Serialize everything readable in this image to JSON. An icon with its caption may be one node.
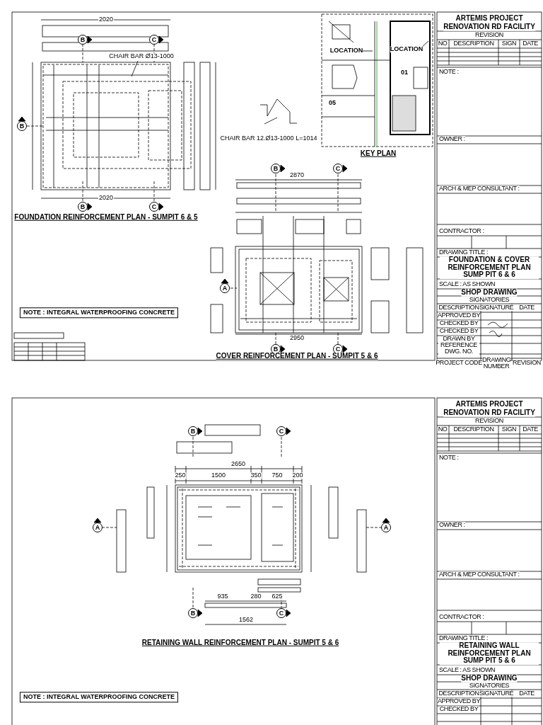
{
  "diagram": {
    "labels": [
      "2020",
      "B",
      "C",
      "CHAIR BAR Ø13-1000",
      "B",
      "2020",
      "B",
      "C",
      "FOUNDATION REINFORCEMENT PLAN - SUMPIT 6 & 5",
      "CHAIR BAR 12.Ø13-1000 L=1014",
      "LOCATION",
      "LOCATION",
      "01",
      "05",
      "KEY PLAN",
      "B",
      "C",
      "2870",
      "A",
      "2950",
      "B",
      "C",
      "COVER REINFORCEMENT PLAN - SUMPIT 5 & 6",
      "NOTE : INTEGRAL WATERPROOFING CONCRETE",
      "ARTEMIS PROJECT",
      "RENOVATION RD FACILITY",
      "REVISION",
      "NO",
      "DESCRIPTION",
      "SIGN",
      "DATE",
      "NOTE :",
      "OWNER :",
      "ARCH & MEP CONSULTANT :",
      "CONTRACTOR :",
      "DRAWING TITLE :",
      "FOUNDATION & COVER REINFORCEMENT PLAN SUMP PIT 6 & 6",
      "SCALE : AS SHOWN",
      "SHOP DRAWING",
      "SIGNATORIES",
      "DESCRIPTION",
      "SIGNATURE",
      "DATE",
      "APPROVED BY",
      "CHECKED BY",
      "CHECKED BY",
      "DRAWN BY",
      "REFERENCE DWG. NO.",
      "PROJECT CODE",
      "DRAWING NUMBER",
      "REVISION",
      "B",
      "C",
      "2650",
      "250",
      "1500",
      "350",
      "750",
      "200",
      "A",
      "A",
      "935",
      "280",
      "625",
      "1562",
      "B",
      "C",
      "RETAINING WALL REINFORCEMENT PLAN - SUMPIT 5 & 6",
      "NOTE : INTEGRAL WATERPROOFING CONCRETE",
      "ARTEMIS PROJECT",
      "RENOVATION RD FACILITY",
      "REVISION",
      "NO",
      "DESCRIPTION",
      "SIGN",
      "DATE",
      "NOTE :",
      "OWNER :",
      "ARCH & MEP CONSULTANT :",
      "CONTRACTOR :",
      "DRAWING TITLE :",
      "RETAINING WALL REINFORCEMENT PLAN SUMP PIT 5 & 6",
      "SCALE : AS SHOWN",
      "SHOP DRAWING",
      "SIGNATORIES",
      "DESCRIPTION",
      "SIGNATURE",
      "DATE",
      "APPROVED BY",
      "CHECKED BY"
    ]
  }
}
